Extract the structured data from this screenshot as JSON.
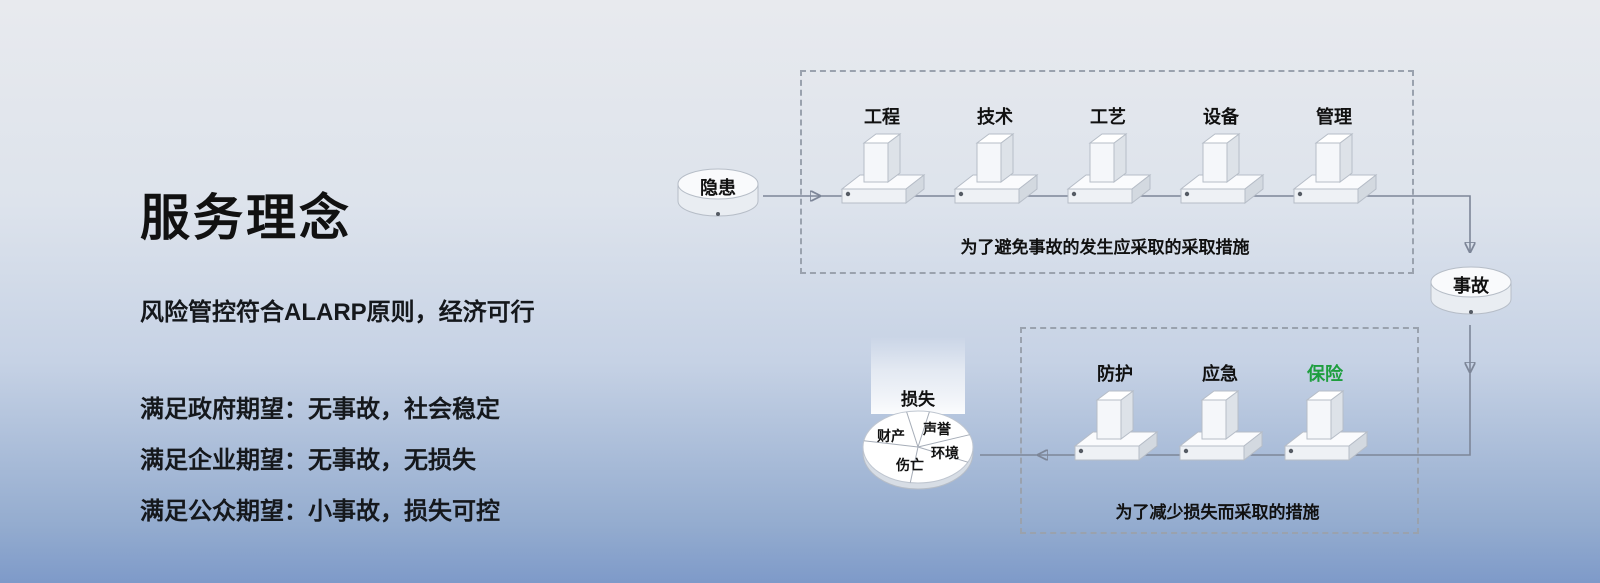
{
  "left_panel": {
    "title": "服务理念",
    "subtitle": "风险管控符合ALARP原则，经济可行",
    "lines": [
      "满足政府期望：无事故，社会稳定",
      "满足企业期望：无事故，无损失",
      "满足公众期望：小事故，损失可控"
    ]
  },
  "top_flow": {
    "source": {
      "label": "隐患"
    },
    "barriers": [
      {
        "label": "工程"
      },
      {
        "label": "技术"
      },
      {
        "label": "工艺"
      },
      {
        "label": "设备"
      },
      {
        "label": "管理"
      }
    ],
    "caption": "为了避免事故的发生应采取的采取措施",
    "result": {
      "label": "事故"
    }
  },
  "bottom_flow": {
    "barriers": [
      {
        "label": "防护",
        "color": "#111111"
      },
      {
        "label": "应急",
        "color": "#111111"
      },
      {
        "label": "保险",
        "color": "#1e9e3e"
      }
    ],
    "caption": "为了减少损失而采取的措施",
    "loss": {
      "label": "损失",
      "segments": [
        "财产",
        "声誉",
        "伤亡",
        "环境"
      ]
    }
  },
  "colors": {
    "insurance_green": "#1e9e3e",
    "arrow_gray": "#7d8698",
    "background_top": "#e8eaee",
    "background_bottom": "#7e9ac9"
  }
}
